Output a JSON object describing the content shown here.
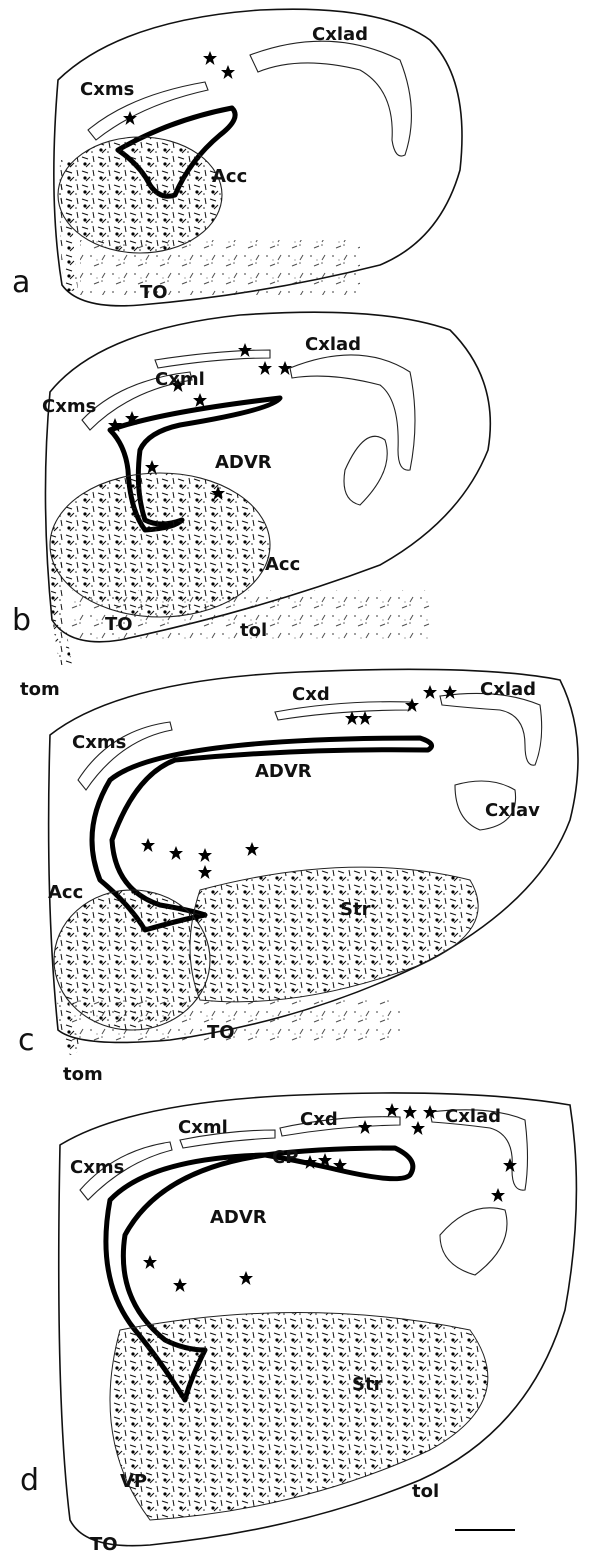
{
  "panels": [
    {
      "letter": "a",
      "labels": {
        "cxlad": "Cxlad",
        "cxms": "Cxms",
        "acc": "Acc",
        "to": "TO"
      }
    },
    {
      "letter": "b",
      "labels": {
        "cxlad": "Cxlad",
        "cxml": "Cxml",
        "cxms": "Cxms",
        "advr": "ADVR",
        "acc": "Acc",
        "to": "TO",
        "tol": "tol",
        "tom": "tom"
      }
    },
    {
      "letter": "c",
      "labels": {
        "cxd": "Cxd",
        "cxlad": "Cxlad",
        "cxms": "Cxms",
        "advr": "ADVR",
        "cxlav": "Cxlav",
        "acc": "Acc",
        "str": "Str",
        "to": "TO",
        "tom": "tom"
      }
    },
    {
      "letter": "d",
      "labels": {
        "cxml": "Cxml",
        "cxd": "Cxd",
        "cxlad": "Cxlad",
        "cxms": "Cxms",
        "cp": "CP",
        "advr": "ADVR",
        "str": "Str",
        "vp": "VP",
        "tol": "tol",
        "to": "TO"
      }
    }
  ]
}
